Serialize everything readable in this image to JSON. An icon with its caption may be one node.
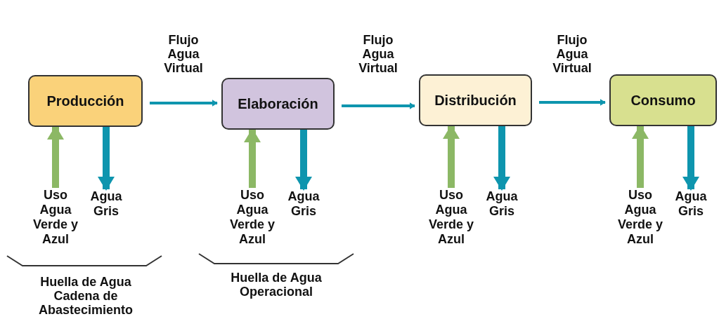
{
  "diagram": {
    "nodes": [
      {
        "text": [
          "Producción"
        ]
      },
      {
        "text": [
          "Elaboración"
        ]
      },
      {
        "text": [
          "Distribución"
        ]
      },
      {
        "text": [
          "Consumo"
        ]
      },
      {
        "text": [
          "Uso Agua Verde y Azul"
        ]
      },
      {
        "text": [
          "Agua Gris"
        ]
      },
      {
        "text": [
          "Uso Agua Verde y Azul"
        ]
      },
      {
        "text": [
          "Agua Gris"
        ]
      },
      {
        "text": [
          "Uso Agua Verde y Azul"
        ]
      },
      {
        "text": [
          "Agua Gris"
        ]
      },
      {
        "text": [
          "Uso Agua Verde y Azul"
        ]
      },
      {
        "text": [
          "Agua Gris"
        ]
      }
    ],
    "edges": [
      {
        "from": 0,
        "to": 1,
        "arrow": "to",
        "label": "Flujo Agua Virtual"
      },
      {
        "from": 1,
        "to": 2,
        "arrow": "to",
        "label": "Flujo Agua Virtual"
      },
      {
        "from": 2,
        "to": 3,
        "arrow": "to",
        "label": "Flujo Agua Virtual"
      },
      {
        "from": 4,
        "to": 0,
        "arrow": "to",
        "color": "#8cb865"
      },
      {
        "from": 0,
        "to": 5,
        "arrow": "to"
      },
      {
        "from": 6,
        "to": 1,
        "arrow": "to",
        "color": "#8cb865"
      },
      {
        "from": 1,
        "to": 7,
        "arrow": "to"
      },
      {
        "from": 8,
        "to": 2,
        "arrow": "to",
        "color": "#8cb865"
      },
      {
        "from": 2,
        "to": 9,
        "arrow": "to"
      },
      {
        "from": 10,
        "to": 3,
        "arrow": "to",
        "color": "#8cb865"
      },
      {
        "from": 3,
        "to": 11,
        "arrow": "to"
      }
    ],
    "labels": [
      "Huella de Agua Cadena de Abastecimiento",
      "Huella de Agua Operacional"
    ]
  }
}
